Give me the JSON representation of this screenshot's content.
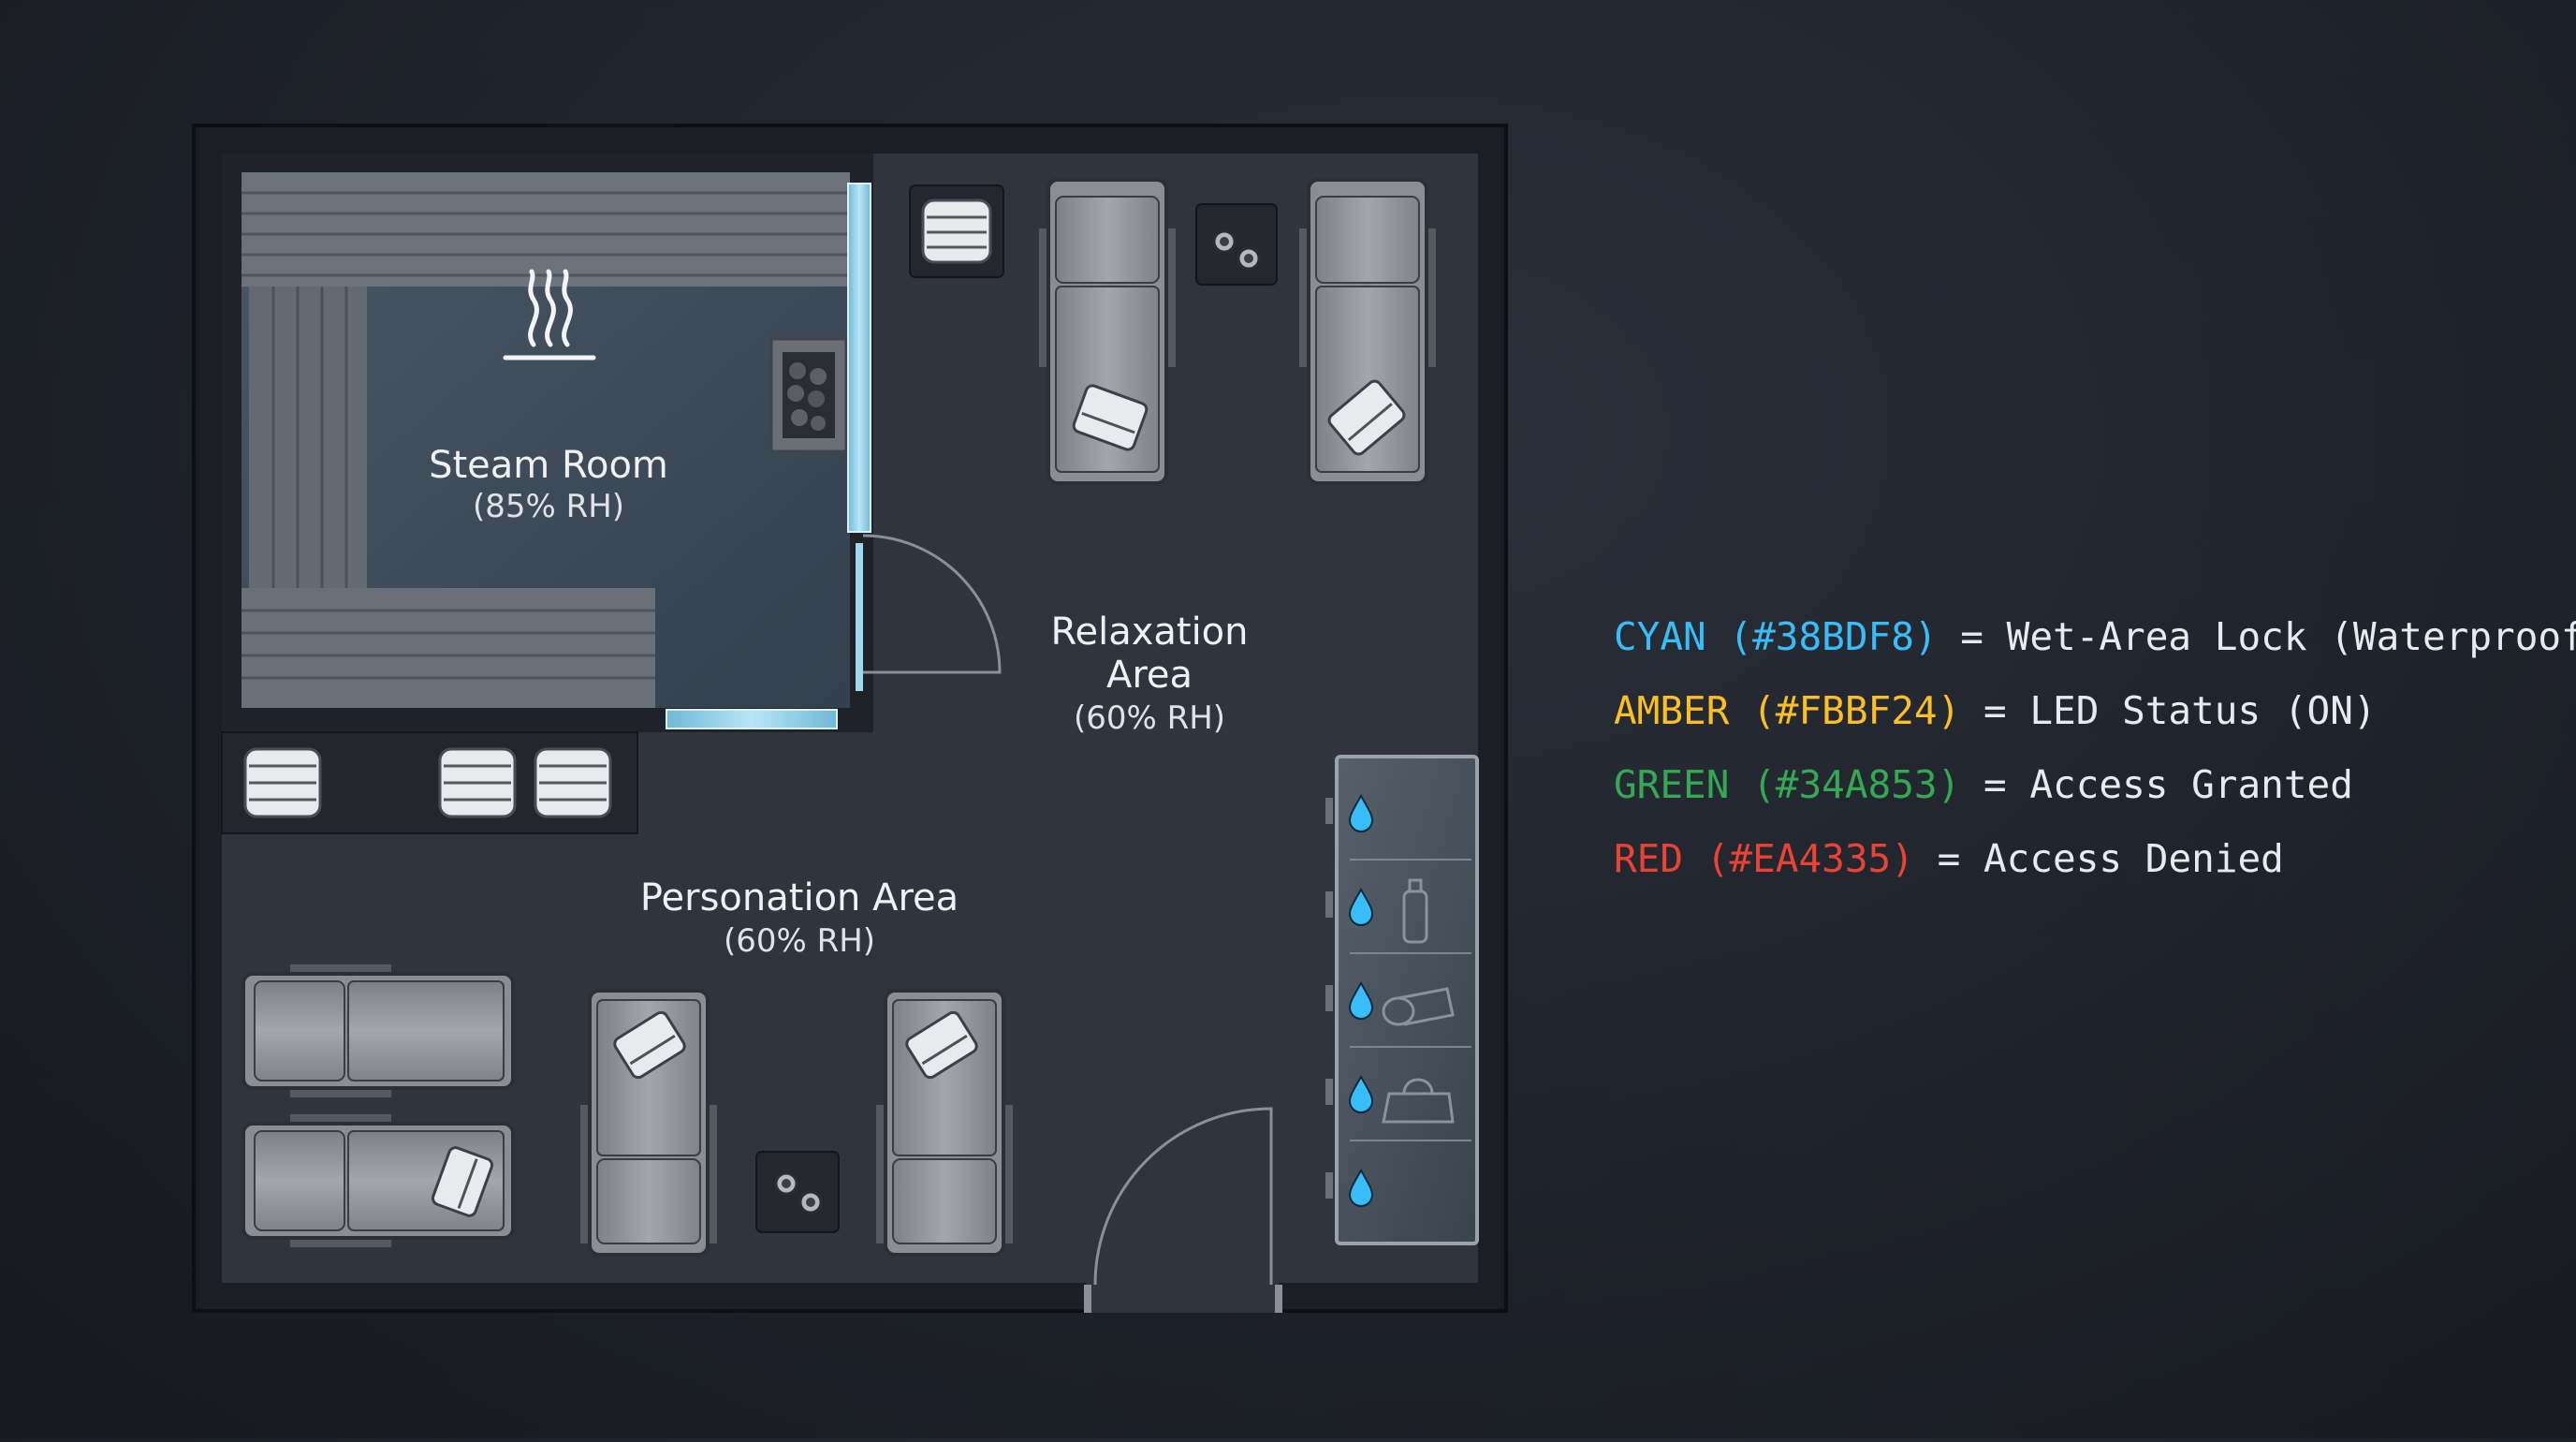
{
  "floor_plan": {
    "steam_room": {
      "name": "Steam Room",
      "humidity": "(85% RH)"
    },
    "relaxation_area": {
      "name_line1": "Relaxation",
      "name_line2": "Area",
      "humidity": "(60% RH)"
    },
    "personation_area": {
      "name": "Personation Area",
      "humidity": "(60% RH)"
    }
  },
  "legend": [
    {
      "key": "CYAN (#38BDF8)",
      "desc": "Wet-Area Lock (Waterproof)",
      "color": "#38BDF8"
    },
    {
      "key": "AMBER (#FBBF24)",
      "desc": "LED Status (ON)",
      "color": "#FBBF24"
    },
    {
      "key": "GREEN (#34A853)",
      "desc": "Access Granted",
      "color": "#34A853"
    },
    {
      "key": "RED (#EA4335)",
      "desc": "Access Denied",
      "color": "#EA4335"
    }
  ],
  "legend_separator": "=",
  "colors": {
    "background": "#1d2128",
    "floor": "#30343d",
    "wall": "#1c1f25",
    "steam_room": "#3d4a57",
    "glass": "#8fd2ee",
    "lounger": "#8f9399"
  }
}
